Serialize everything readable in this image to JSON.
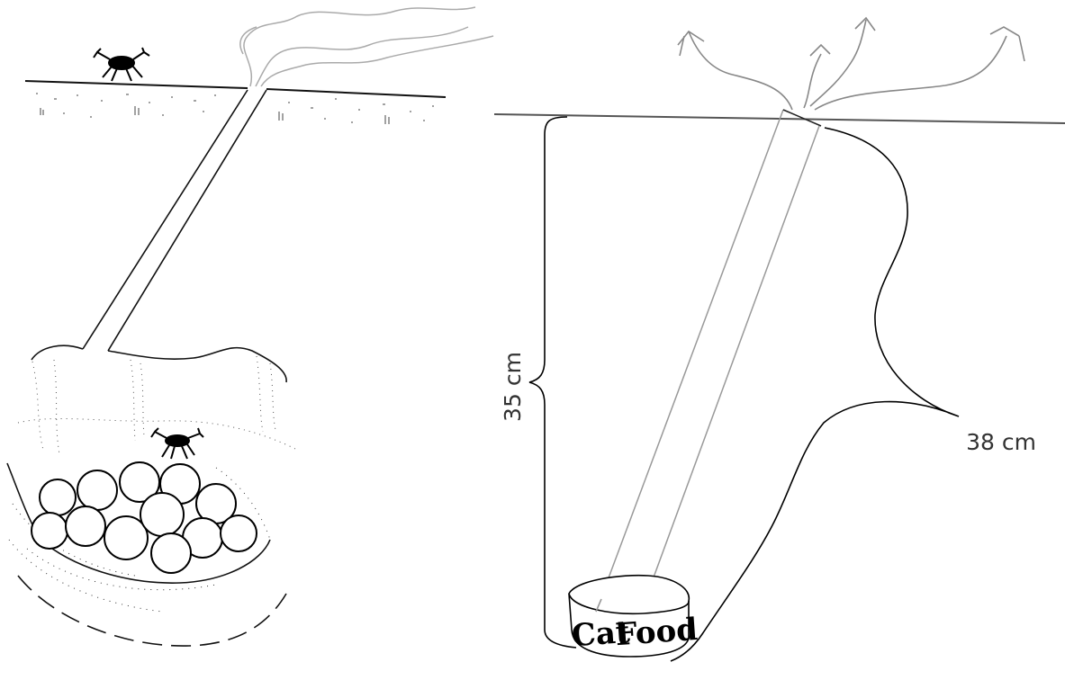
{
  "left_panel": {},
  "right_panel": {
    "depth_label": "35 cm",
    "length_label": "38 cm",
    "can_label_word1": "Cat",
    "can_label_word2": "Food"
  }
}
